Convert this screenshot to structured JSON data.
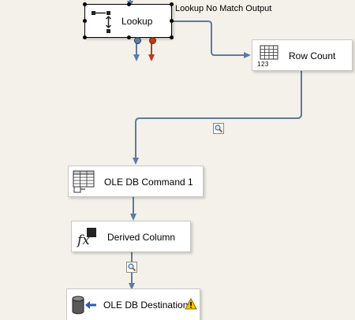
{
  "nodes": {
    "lookup": {
      "label": "Lookup"
    },
    "row_count": {
      "label": "Row Count",
      "icon_text": "123"
    },
    "ole_db_command": {
      "label": "OLE DB Command 1"
    },
    "derived_column": {
      "label": "Derived Column"
    },
    "ole_db_destination": {
      "label": "OLE DB Destination",
      "warning": true
    }
  },
  "paths": {
    "lookup_no_match": {
      "label": "Lookup No Match Output"
    }
  },
  "colors": {
    "canvas": "#f4f1ea",
    "path_arrow": "#5b7ca3",
    "error_arrow": "#c0391b",
    "warning": "#f2c500"
  },
  "icons": {
    "lookup": "lookup-icon",
    "row_count": "grid-123-icon",
    "ole_db_command": "table-command-icon",
    "derived_column": "fx-icon",
    "ole_db_destination": "database-arrow-icon",
    "data_viewer": "magnifier-icon",
    "warning": "warning-icon"
  }
}
